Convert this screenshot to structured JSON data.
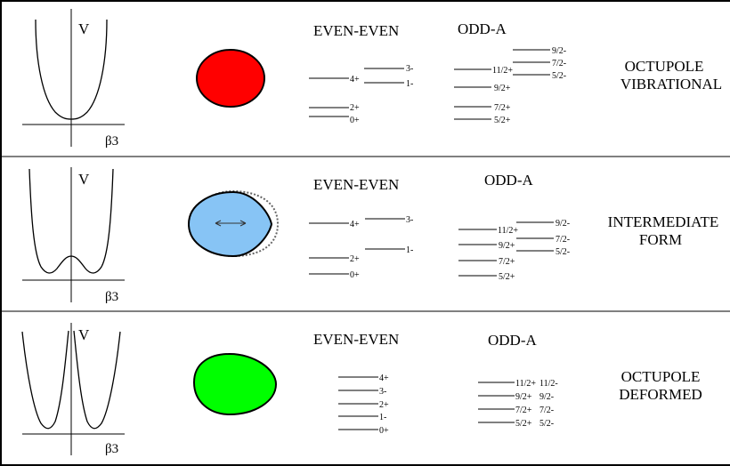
{
  "rows": [
    {
      "potential": {
        "ylabel": "V",
        "xlabel": "β3"
      },
      "even_header": "EVEN-EVEN",
      "odd_header": "ODD-A",
      "title_line1": "OCTUPOLE",
      "title_line2": "VIBRATIONAL",
      "shape_color": "#ff0000",
      "even_levels": [
        "4+",
        "2+",
        "0+",
        "3-",
        "1-"
      ],
      "odd_levels": [
        "11/2+",
        "9/2+",
        "7/2+",
        "5/2+",
        "9/2-",
        "7/2-",
        "5/2-"
      ]
    },
    {
      "potential": {
        "ylabel": "V",
        "xlabel": "β3"
      },
      "even_header": "EVEN-EVEN",
      "odd_header": "ODD-A",
      "title_line1": "INTERMEDIATE",
      "title_line2": "FORM",
      "shape_color": "#87c4f5",
      "even_levels": [
        "4+",
        "2+",
        "0+",
        "3-",
        "1-"
      ],
      "odd_levels": [
        "11/2+",
        "9/2+",
        "7/2+",
        "5/2+",
        "9/2-",
        "7/2-",
        "5/2-"
      ]
    },
    {
      "potential": {
        "ylabel": "V",
        "xlabel": "β3"
      },
      "even_header": "EVEN-EVEN",
      "odd_header": "ODD-A",
      "title_line1": "OCTUPOLE",
      "title_line2": "DEFORMED",
      "shape_color": "#00ff00",
      "even_levels": [
        "4+",
        "3-",
        "2+",
        "1-",
        "0+"
      ],
      "odd_levels": [
        "11/2+",
        "11/2-",
        "9/2+",
        "9/2-",
        "7/2+",
        "7/2-",
        "5/2+",
        "5/2-"
      ]
    }
  ]
}
